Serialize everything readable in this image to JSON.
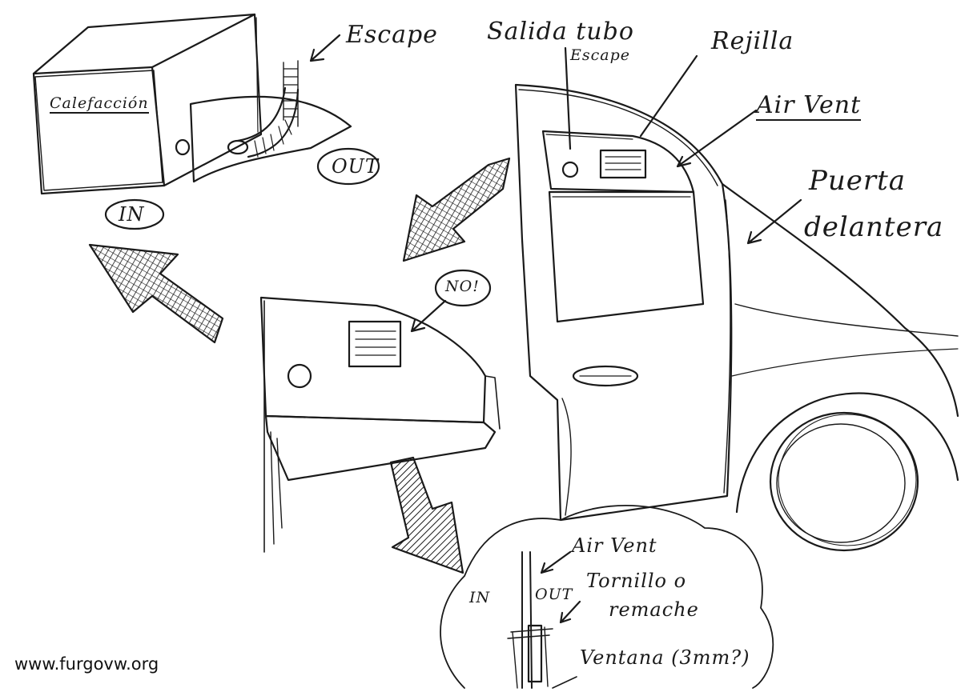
{
  "labels": {
    "calefaccion": "Calefacción",
    "escape": "Escape",
    "out_box": "OUT",
    "in_box": "IN",
    "no": "NO!",
    "salida_tubo": "Salida tubo",
    "salida_escape": "Escape",
    "rejilla": "Rejilla",
    "air_vent_top": "Air Vent",
    "puerta": "Puerta",
    "delantera": "delantera",
    "air_vent_bottom": "Air Vent",
    "in_detail": "IN",
    "out_detail": "OUT",
    "tornillo": "Tornillo o",
    "remache": "remache",
    "ventana": "Ventana (3mm?)"
  },
  "watermark": "www.furgovw.org",
  "colors": {
    "ink": "#1a1a1a",
    "paper": "#ffffff"
  }
}
